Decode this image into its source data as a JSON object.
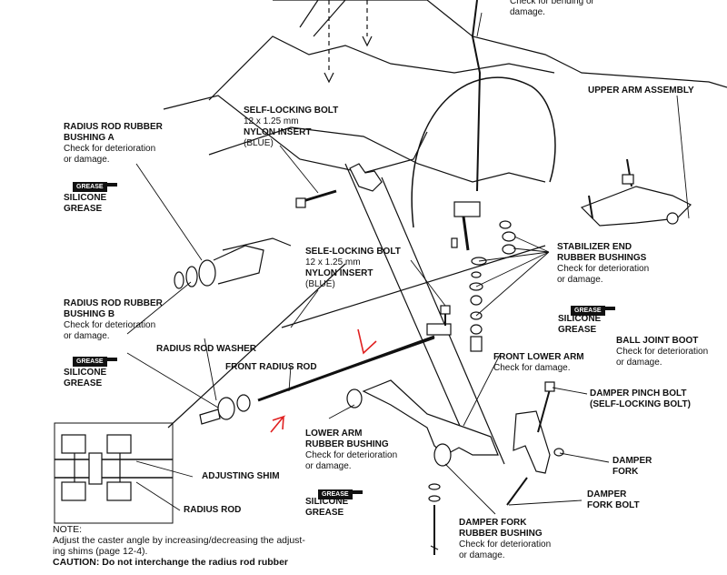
{
  "top_note": {
    "l1": "Check for bending or",
    "l2": "damage."
  },
  "upper_arm": {
    "title": "UPPER ARM ASSEMBLY"
  },
  "bushing_a": {
    "t1": "RADIUS ROD RUBBER",
    "t2": "BUSHING A",
    "s1": "Check for deterioration",
    "s2": "or damage."
  },
  "grease_tag": "GREASE",
  "silicone": {
    "l1": "SILICONE",
    "l2": "GREASE"
  },
  "bolt_top": {
    "t1": "SELF-LOCKING BOLT",
    "t2": "12 x 1.25 mm",
    "t3": "NYLON INSERT",
    "t4": "(BLUE)"
  },
  "bolt_mid": {
    "t1": "SELE-LOCKING BOLT",
    "t2": "12 x 1.25 mm",
    "t3": "NYLON INSERT",
    "t4": "(BLUE)"
  },
  "stab": {
    "t1": "STABILIZER END",
    "t2": "RUBBER BUSHINGS",
    "s1": "Check for deterioration",
    "s2": "or damage."
  },
  "bushing_b": {
    "t1": "RADIUS ROD RUBBER",
    "t2": "BUSHING B",
    "s1": "Check for deterioration",
    "s2": "or damage."
  },
  "washer": "RADIUS ROD WASHER",
  "front_rod": "FRONT RADIUS ROD",
  "front_lower_arm": {
    "t1": "FRONT LOWER ARM",
    "s1": "Check for damage."
  },
  "ball_joint": {
    "t1": "BALL JOINT BOOT",
    "s1": "Check for deterioration",
    "s2": "or damage."
  },
  "pinch_bolt": {
    "t1": "DAMPER PINCH BOLT",
    "t2": "(SELF-LOCKING BOLT)"
  },
  "lower_arm_bushing": {
    "t1": "LOWER ARM",
    "t2": "RUBBER BUSHING",
    "s1": "Check for deterioration",
    "s2": "or damage."
  },
  "adjusting_shim": "ADJUSTING SHIM",
  "radius_rod": "RADIUS ROD",
  "damper_fork": {
    "t1": "DAMPER",
    "t2": "FORK"
  },
  "damper_fork_bolt": {
    "t1": "DAMPER",
    "t2": "FORK BOLT"
  },
  "fork_bushing": {
    "t1": "DAMPER FORK",
    "t2": "RUBBER BUSHING",
    "s1": "Check for deterioration",
    "s2": "or damage."
  },
  "note": {
    "label": "NOTE:",
    "l1": "Adjust the caster angle by increasing/decreasing the adjust-",
    "l2": "ing shims (page 12-4).",
    "caution": "CAUTION:  Do  not  interchange  the  radius  rod  rubber"
  },
  "colors": {
    "ink": "#111111",
    "annotation": "#e02020"
  }
}
